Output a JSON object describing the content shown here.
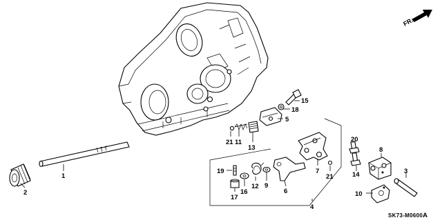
{
  "diagram_code": "SK73-M0600",
  "diagram_code_suffix": "A",
  "front_arrow_label": "FR.",
  "callouts": [
    {
      "id": "c1",
      "label": "1"
    },
    {
      "id": "c2",
      "label": "2"
    },
    {
      "id": "c3",
      "label": "3"
    },
    {
      "id": "c4",
      "label": "4"
    },
    {
      "id": "c5",
      "label": "5"
    },
    {
      "id": "c6",
      "label": "6"
    },
    {
      "id": "c7",
      "label": "7"
    },
    {
      "id": "c8",
      "label": "8"
    },
    {
      "id": "c9",
      "label": "9"
    },
    {
      "id": "c10",
      "label": "10"
    },
    {
      "id": "c11",
      "label": "11"
    },
    {
      "id": "c12",
      "label": "12"
    },
    {
      "id": "c13",
      "label": "13"
    },
    {
      "id": "c14",
      "label": "14"
    },
    {
      "id": "c15",
      "label": "15"
    },
    {
      "id": "c16",
      "label": "16"
    },
    {
      "id": "c17",
      "label": "17"
    },
    {
      "id": "c18",
      "label": "18"
    },
    {
      "id": "c19",
      "label": "19"
    },
    {
      "id": "c20",
      "label": "20"
    },
    {
      "id": "c21a",
      "label": "21"
    },
    {
      "id": "c21b",
      "label": "21"
    }
  ]
}
